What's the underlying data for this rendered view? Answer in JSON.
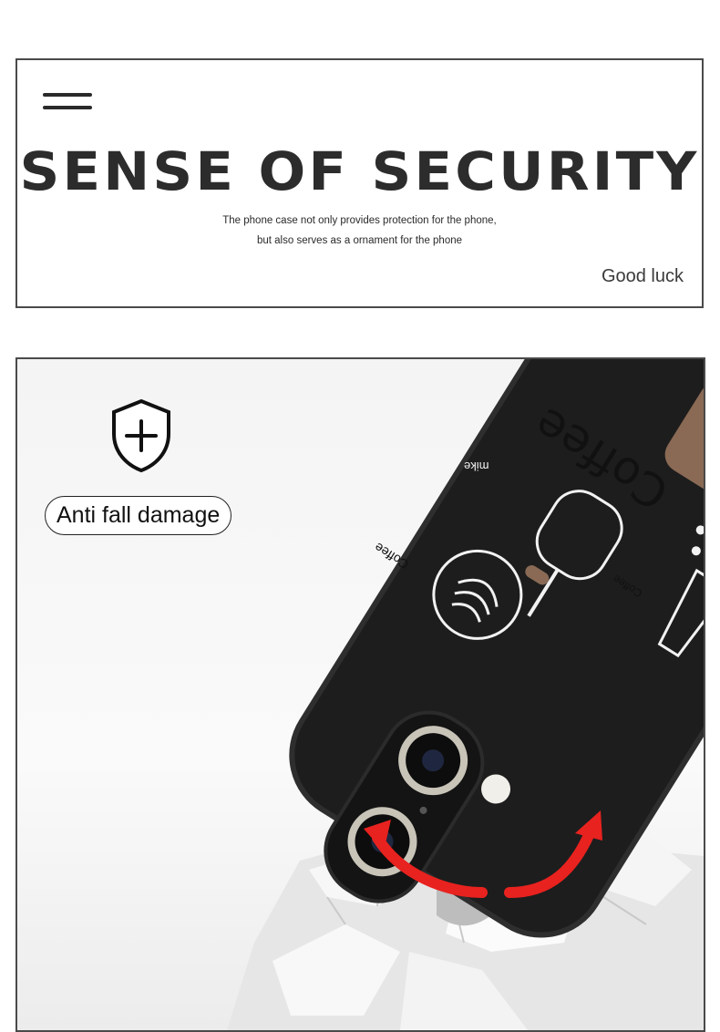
{
  "header": {
    "headline": "SENSE OF SECURITY",
    "description_line1": "The phone case not only provides protection for the phone,",
    "description_line2": "but also serves as a ornament for the phone",
    "signoff": "Good luck"
  },
  "feature": {
    "badge_label": "Anti fall damage",
    "icon": "shield-plus-icon"
  },
  "case_art": {
    "label_large": "Coffee",
    "label_small": "Coffee",
    "label_cup": "Coffee",
    "label_mug": "mike",
    "case_color": "#1f1f1f",
    "label_color": "#8a6a55",
    "arrow_color": "#e8221f"
  }
}
